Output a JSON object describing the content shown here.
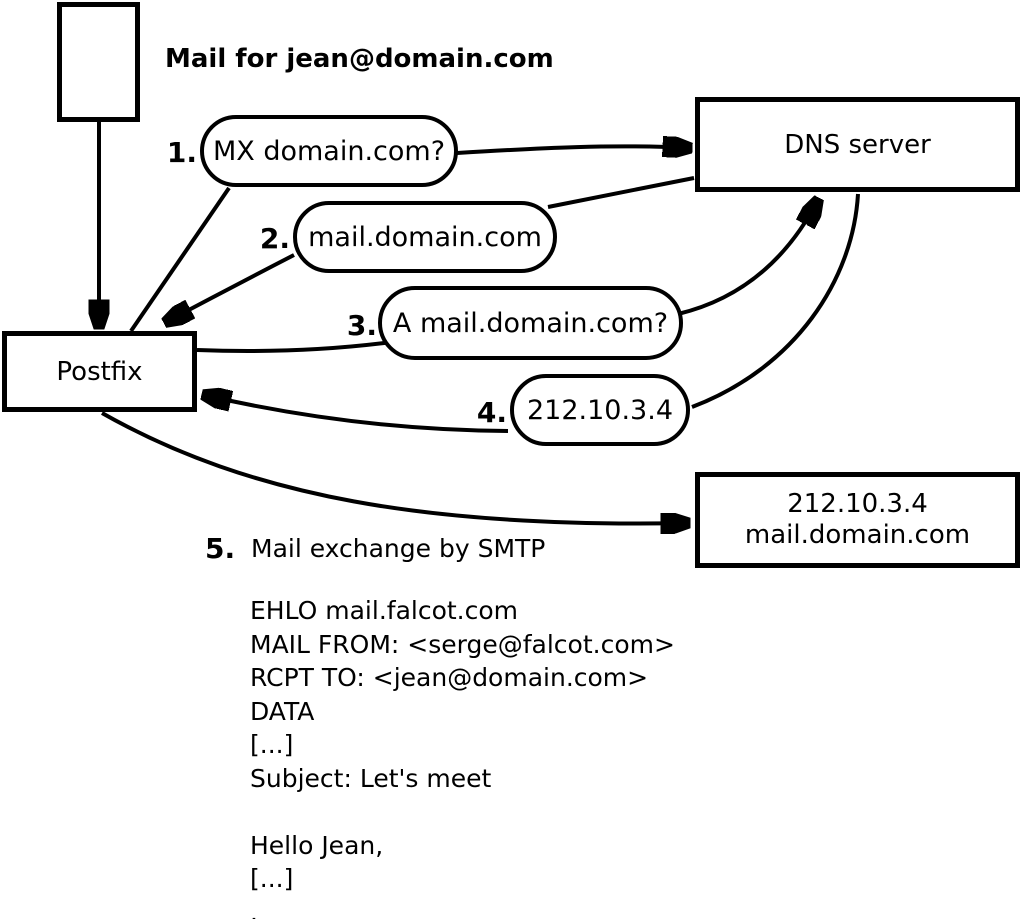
{
  "colors": {
    "ink": "#000000",
    "paper": "#ffffff"
  },
  "diagram": {
    "caption": "Mail for jean@domain.com",
    "nodes": {
      "postfix": "Postfix",
      "dns_server": "DNS server",
      "target_line1": "212.10.3.4",
      "target_line2": "mail.domain.com"
    },
    "steps": [
      {
        "num": "1.",
        "label": "MX domain.com?"
      },
      {
        "num": "2.",
        "label": "mail.domain.com"
      },
      {
        "num": "3.",
        "label": "A mail.domain.com?"
      },
      {
        "num": "4.",
        "label": "212.10.3.4"
      },
      {
        "num": "5.",
        "label": "Mail exchange by SMTP"
      }
    ],
    "smtp": {
      "lines": [
        "EHLO mail.falcot.com",
        "MAIL FROM: <serge@falcot.com>",
        "RCPT TO: <jean@domain.com>",
        "DATA",
        "[...]",
        "Subject: Let's meet",
        "",
        "Hello Jean,",
        "[...]",
        "."
      ]
    }
  }
}
